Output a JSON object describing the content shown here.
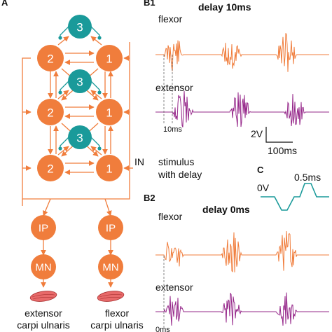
{
  "panels": {
    "a": "A",
    "b1": "B1",
    "b2": "B2",
    "c": "C"
  },
  "nodes": {
    "n1": "1",
    "n2": "2",
    "n3": "3",
    "ip": "IP",
    "mn": "MN"
  },
  "labels": {
    "in": "IN",
    "stimulus_line1": "stimulus",
    "stimulus_line2": "with delay",
    "muscle_left_line1": "extensor",
    "muscle_left_line2": "carpi ulnaris",
    "muscle_right_line1": "flexor",
    "muscle_right_line2": "carpi ulnaris"
  },
  "b1": {
    "title": "delay 10ms",
    "trace_top": "flexor",
    "trace_bottom": "extensor",
    "delay_marker": "10ms",
    "scale_v": "2V",
    "scale_t": "100ms"
  },
  "b2": {
    "title": "delay 0ms",
    "trace_top": "flexor",
    "trace_bottom": "extensor",
    "delay_marker": "0ms"
  },
  "c": {
    "zero": "0V",
    "width": "0.5ms"
  },
  "colors": {
    "orange": "#f07d3c",
    "teal": "#1a9a9a",
    "purple": "#96288a",
    "muscle": "#e86a6a"
  }
}
